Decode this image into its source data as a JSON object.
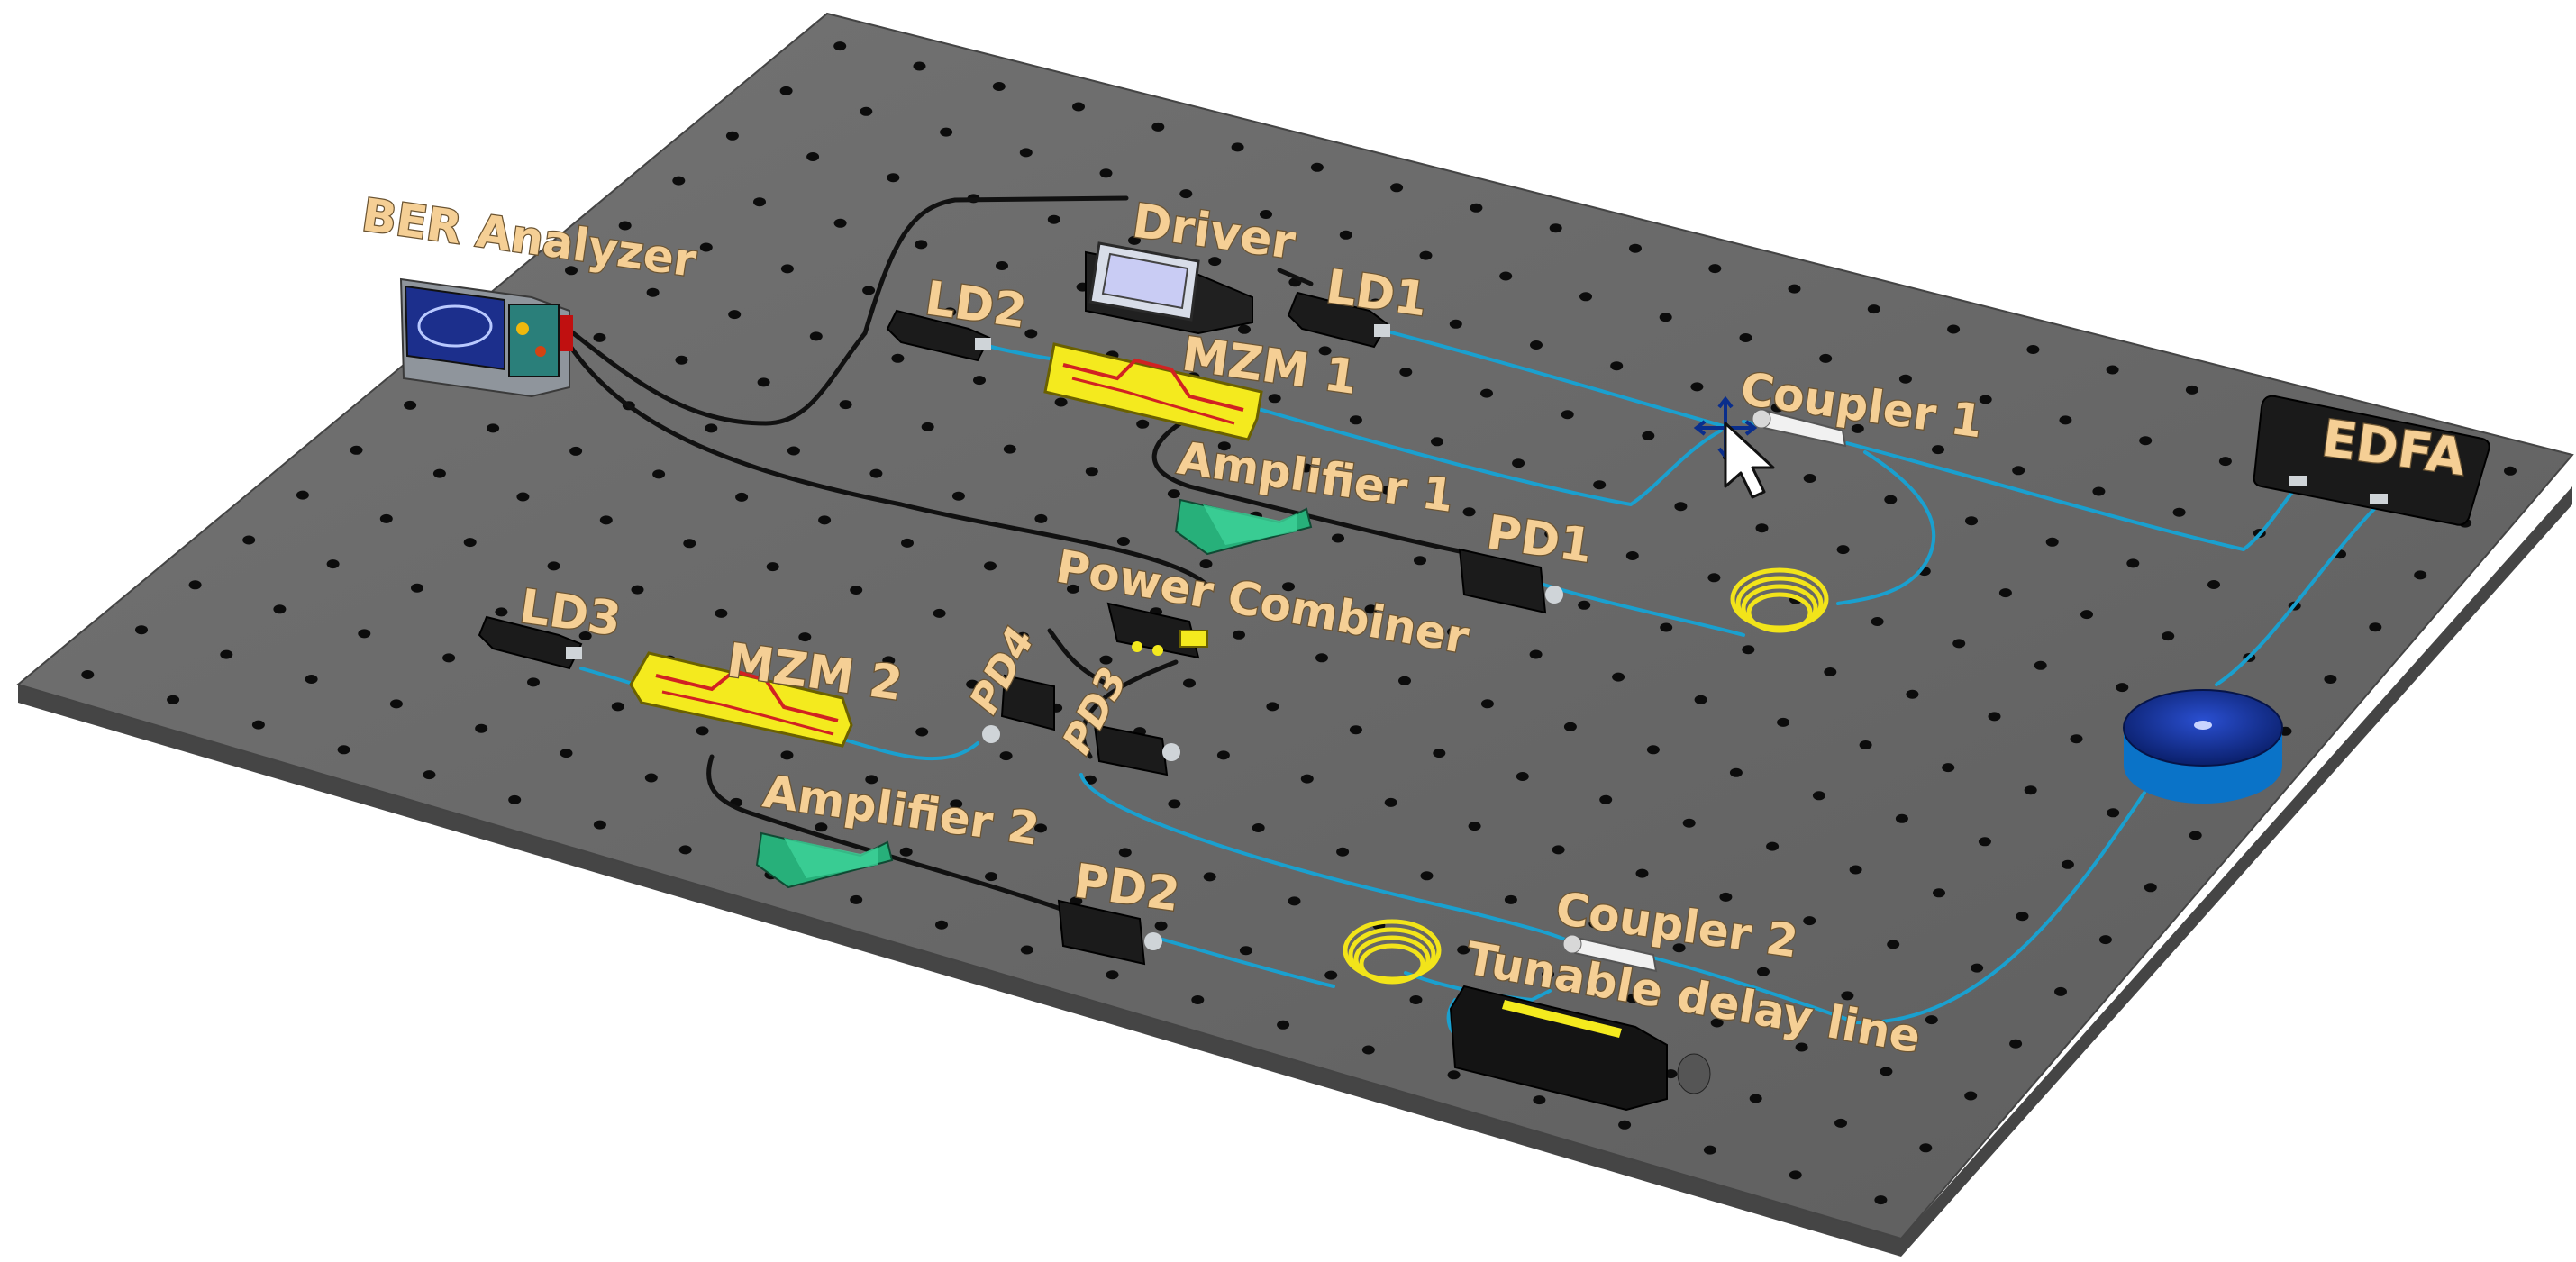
{
  "colors": {
    "table_top": "#6b6b6b",
    "table_edge": "#4a4a4a",
    "table_hole": "#0c0c0c",
    "label_fill": "#f5cf95",
    "label_outline": "#6b5432",
    "optical_fiber": "#1aa0cf",
    "electrical_cable": "#111111",
    "modulator": "#f4ea1e",
    "amplifier": "#27b07a",
    "spool": "#0d2d8c",
    "device_dark": "#1b1b1b"
  },
  "components": {
    "ber_analyzer": "BER Analyzer",
    "driver": "Driver",
    "ld1": "LD1",
    "ld2": "LD2",
    "ld3": "LD3",
    "mzm1": "MZM 1",
    "mzm2": "MZM 2",
    "coupler1": "Coupler 1",
    "coupler2": "Coupler 2",
    "edfa": "EDFA",
    "amplifier1": "Amplifier 1",
    "amplifier2": "Amplifier 2",
    "pd1": "PD1",
    "pd2": "PD2",
    "pd3": "PD3",
    "pd4": "PD4",
    "power_combiner": "Power Combiner",
    "tunable_delay_line": "Tunable delay line"
  },
  "icons": {
    "cursor": "arrow-cursor-icon",
    "move": "move-cross-icon"
  }
}
